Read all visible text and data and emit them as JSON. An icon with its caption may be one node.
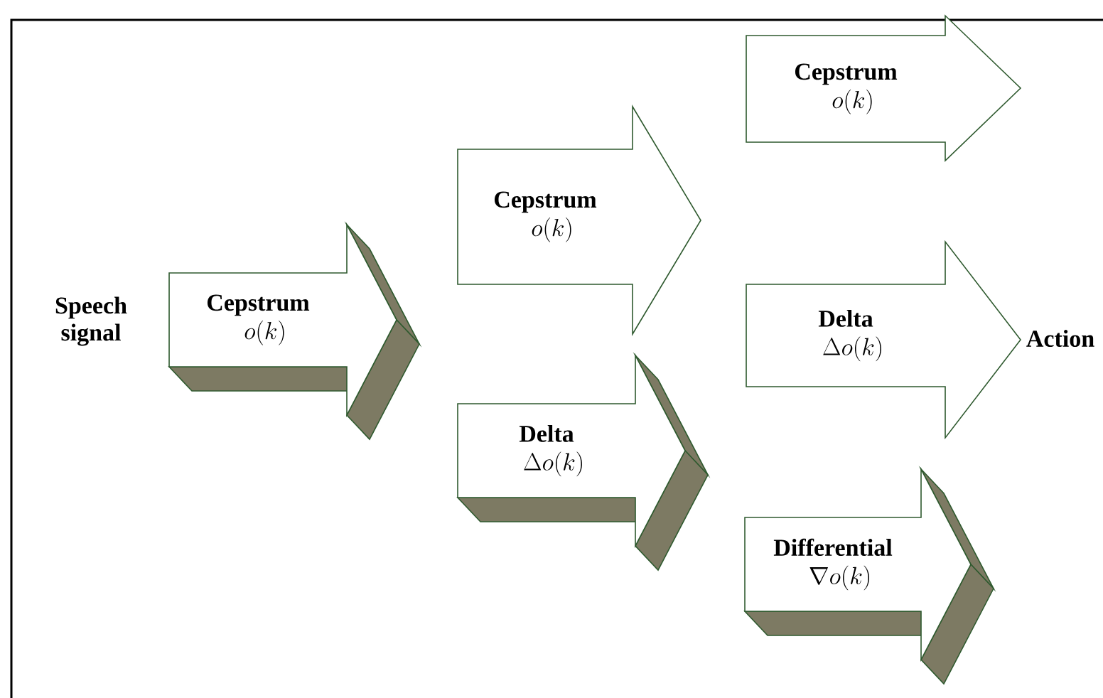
{
  "diagram": {
    "nodes": [
      {
        "text": [
          "Speech signal"
        ]
      },
      {
        "text": [
          "Cepstrum",
          "o(k)"
        ]
      },
      {
        "text": [
          "Cepstrum",
          "o(k)"
        ]
      },
      {
        "text": [
          "Delta",
          "\\Delta o(k)"
        ]
      },
      {
        "text": [
          "Cepstrum",
          "o(k)"
        ]
      },
      {
        "text": [
          "Delta",
          "\\Delta o(k)"
        ]
      },
      {
        "text": [
          "Differential",
          "\\nabla o(k)"
        ]
      },
      {
        "text": [
          "Action"
        ]
      }
    ]
  }
}
